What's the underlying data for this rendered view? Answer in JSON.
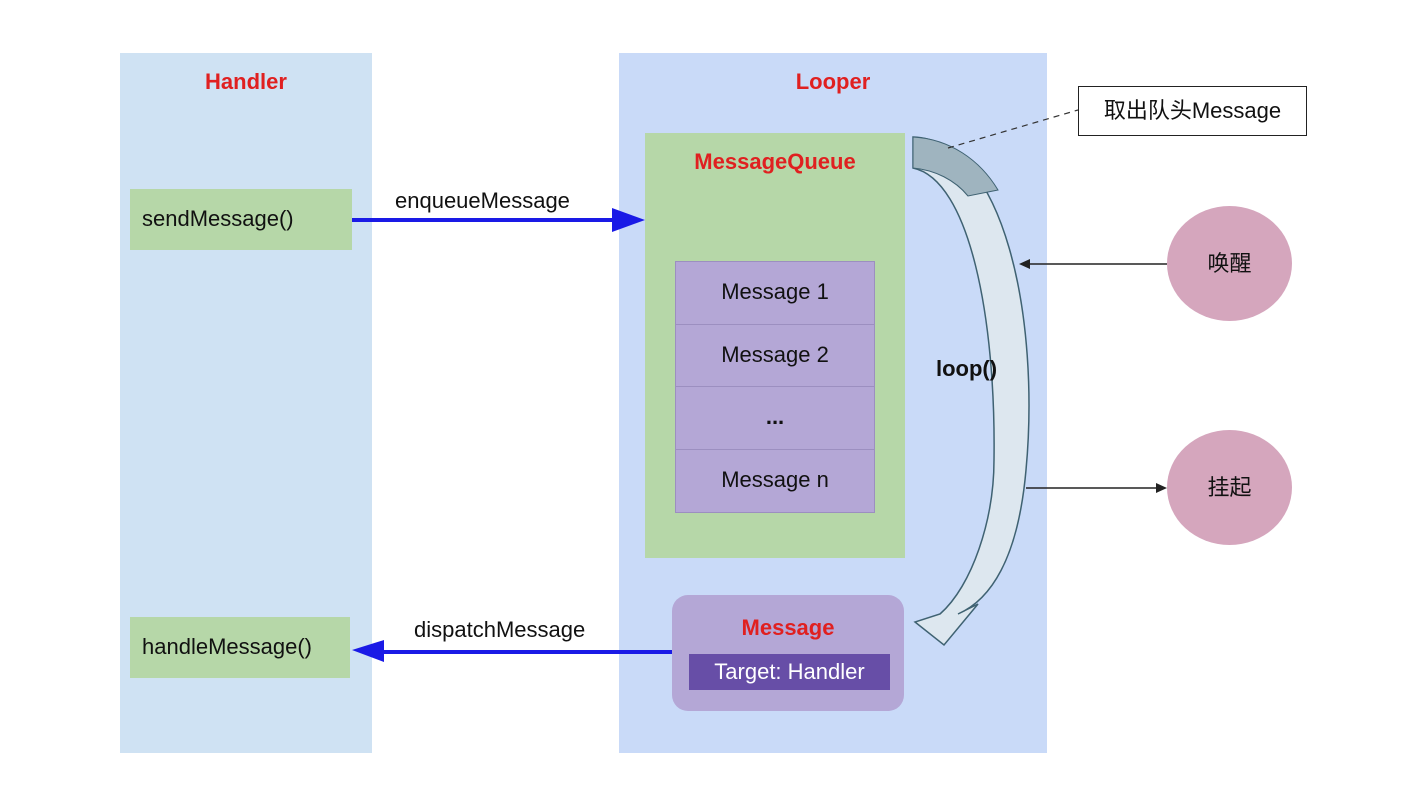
{
  "handler": {
    "title": "Handler",
    "send_method": "sendMessage()",
    "handle_method": "handleMessage()"
  },
  "looper": {
    "title": "Looper",
    "message_queue": {
      "title": "MessageQueue",
      "items": [
        "Message 1",
        "Message 2",
        "...",
        "Message n"
      ]
    },
    "message": {
      "title": "Message",
      "target": "Target: Handler"
    },
    "loop_label": "loop()"
  },
  "arrows": {
    "enqueue": "enqueueMessage",
    "dispatch": "dispatchMessage"
  },
  "callout": "取出队头Message",
  "states": {
    "wake": "唤醒",
    "suspend": "挂起"
  },
  "colors": {
    "title_red": "#e02020",
    "arrow_blue": "#1a1ae6",
    "handler_bg": "#cfe2f3",
    "looper_bg": "#c9daf8",
    "queue_green": "#b6d7a8",
    "message_purple": "#b4a7d6",
    "target_purple": "#674ea7",
    "state_pink": "#d5a6bd"
  }
}
